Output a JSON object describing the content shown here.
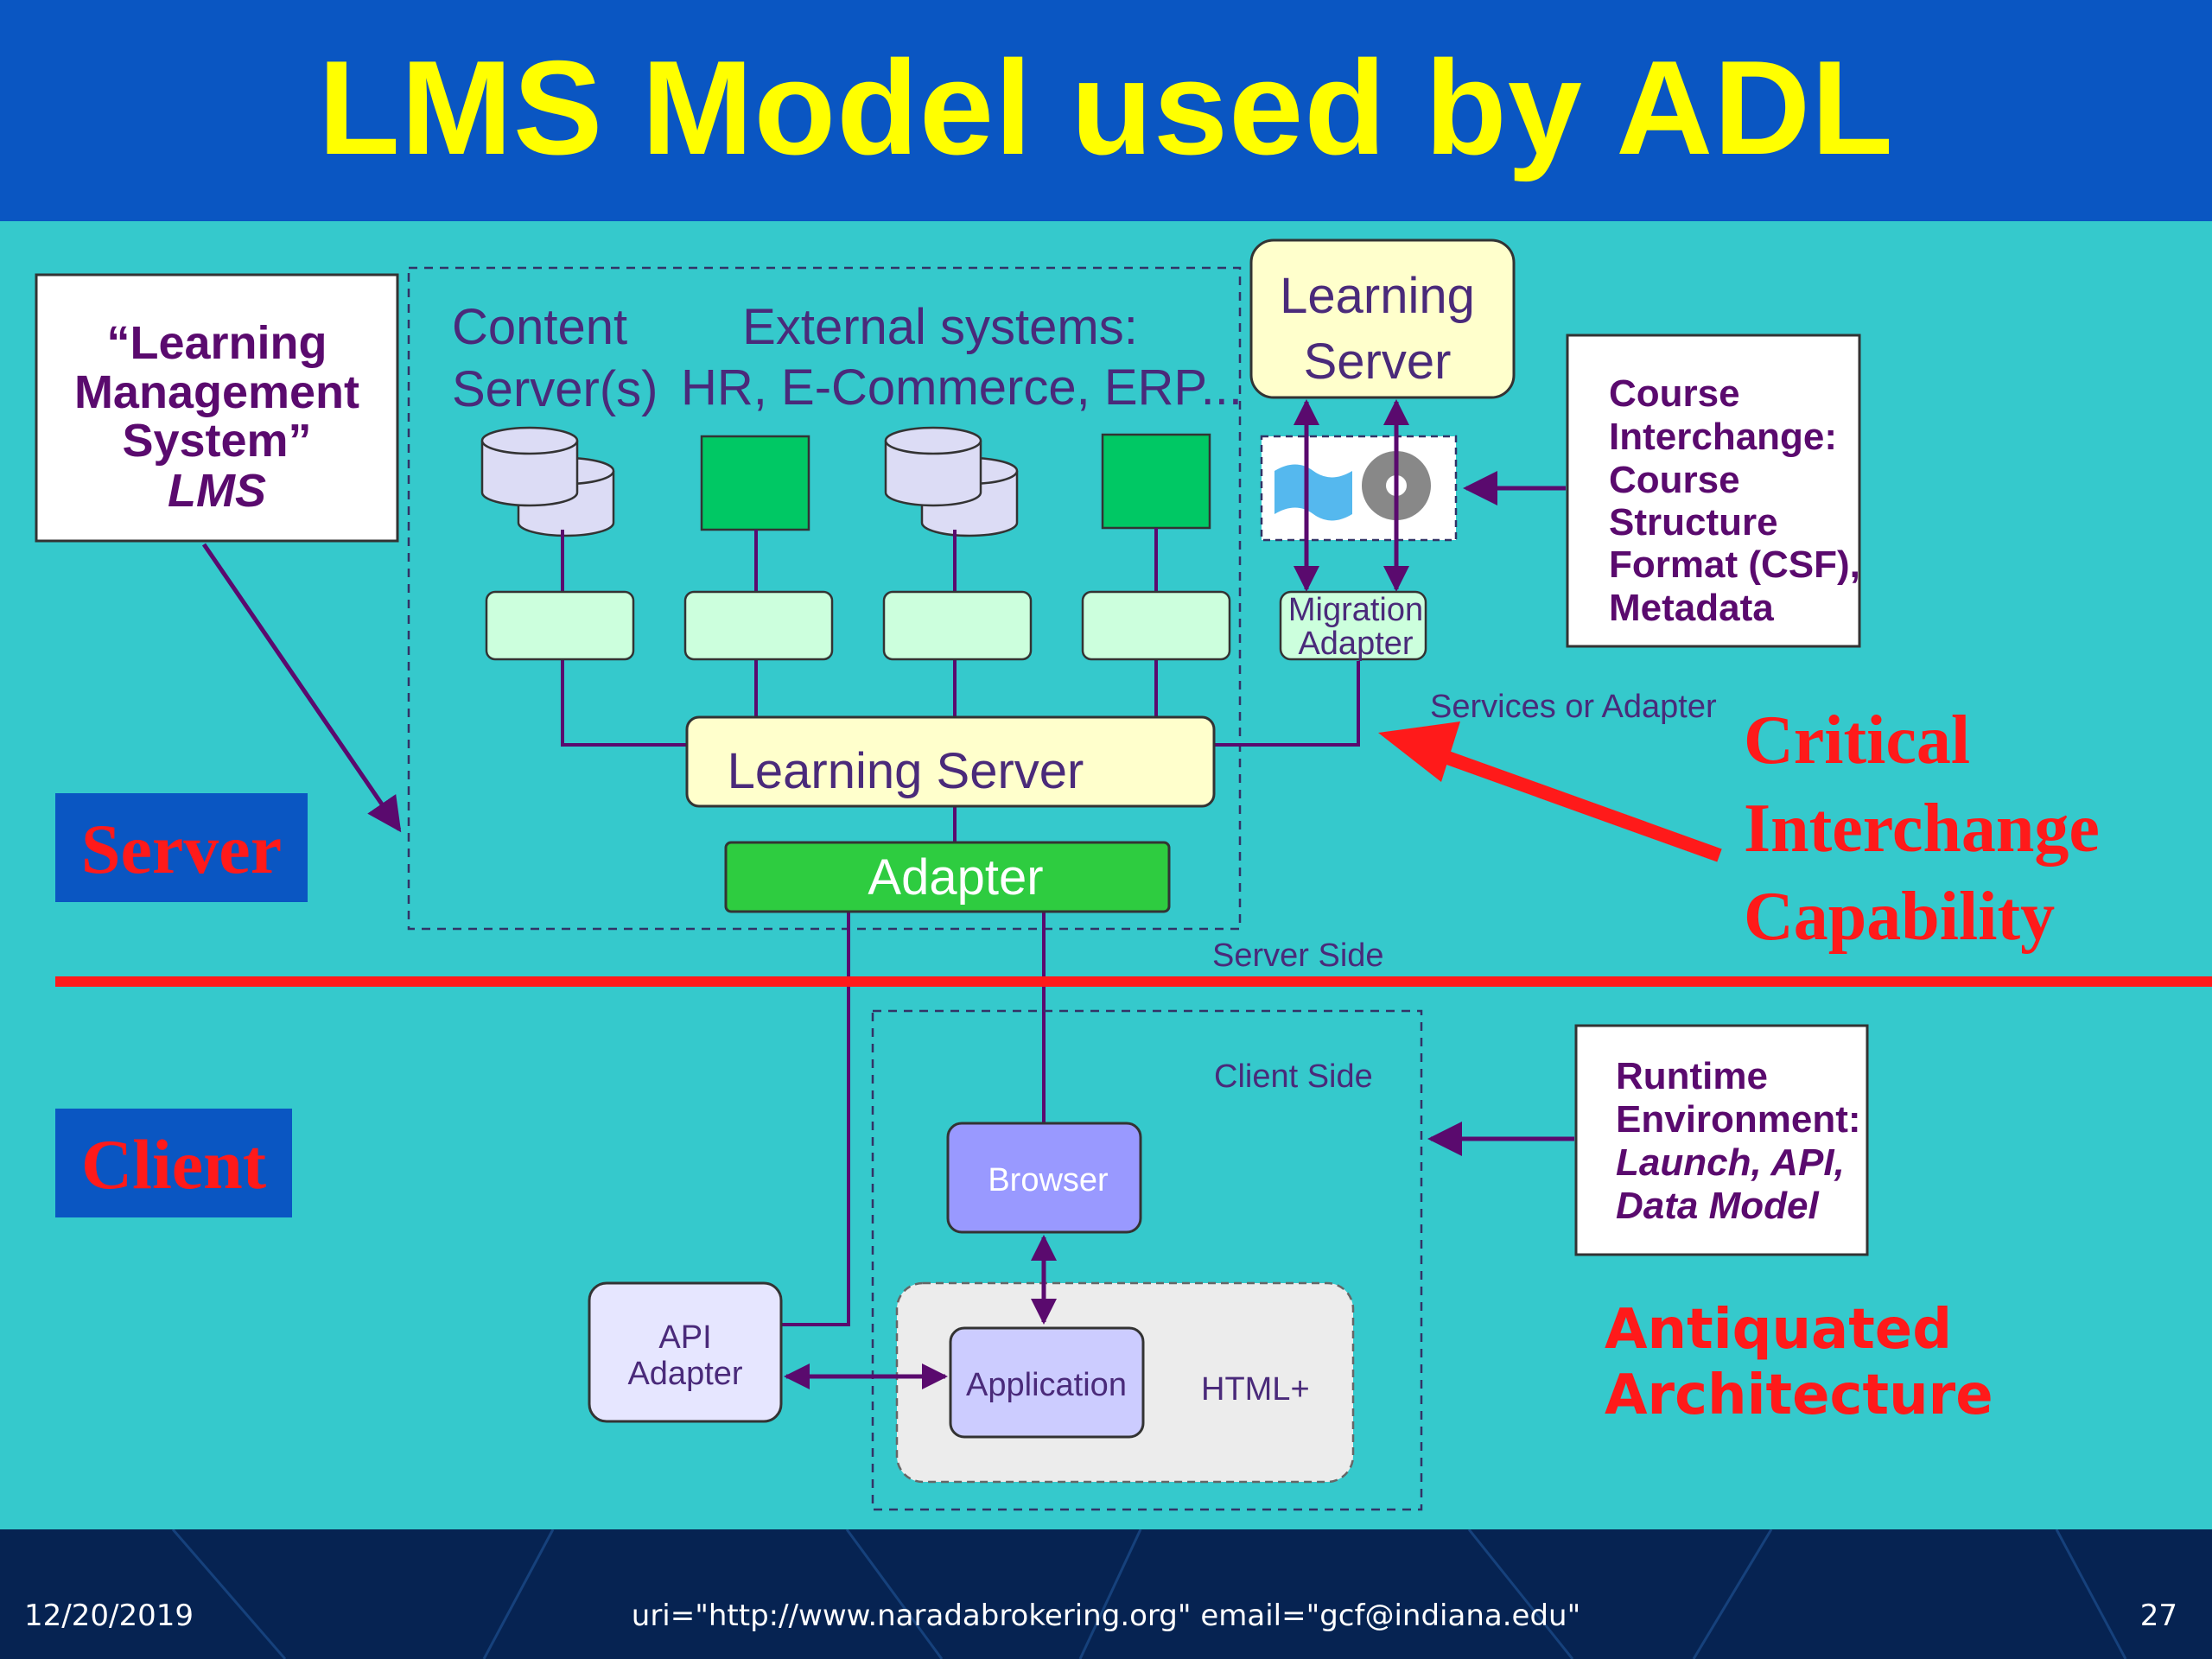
{
  "slide": {
    "title": "LMS Model used by ADL",
    "footer": {
      "date": "12/20/2019",
      "uri": "uri=\"http://www.naradabrokering.org\" email=\"gcf@indiana.edu\"",
      "page": "27"
    }
  },
  "diagram": {
    "lms_box": {
      "line1": "“Learning",
      "line2": "Management",
      "line3": "System”",
      "line4": "LMS"
    },
    "content_servers_label": {
      "line1": "Content",
      "line2": "Server(s)"
    },
    "external_systems_label": {
      "line1": "External systems:",
      "line2": "HR, E-Commerce, ERP..."
    },
    "learning_server_top": {
      "line1": "Learning",
      "line2": "Server"
    },
    "course_interchange": {
      "line1": "Course",
      "line2": "Interchange:",
      "line3": "Course",
      "line4": "Structure",
      "line5": "Format (CSF),",
      "line6": "Metadata"
    },
    "migration_adapter": {
      "line1": "Migration",
      "line2": "Adapter"
    },
    "services_or_adapter": "Services or Adapter",
    "learning_server_main": "Learning Server",
    "adapter": "Adapter",
    "critical": {
      "line1": "Critical",
      "line2": "Interchange",
      "line3": "Capability"
    },
    "server_label": "Server",
    "server_side": "Server Side",
    "client_label": "Client",
    "client_side": "Client Side",
    "runtime": {
      "line1": "Runtime",
      "line2": "Environment:",
      "line3": "Launch, API,",
      "line4": "Data Model"
    },
    "browser": "Browser",
    "api_adapter": {
      "line1": "API",
      "line2": "Adapter"
    },
    "application": "Application",
    "html_plus": "HTML+",
    "antiquated": {
      "line1": "Antiquated",
      "line2": "Architecture"
    }
  },
  "colors": {
    "title_bg": "#0a56c2",
    "title_text": "#ffff00",
    "content_bg": "#35c9cc",
    "footer_bg": "#062352",
    "purple": "#5a0a6e",
    "red": "#ff1a1a",
    "adapter_green": "#2ecc40"
  }
}
